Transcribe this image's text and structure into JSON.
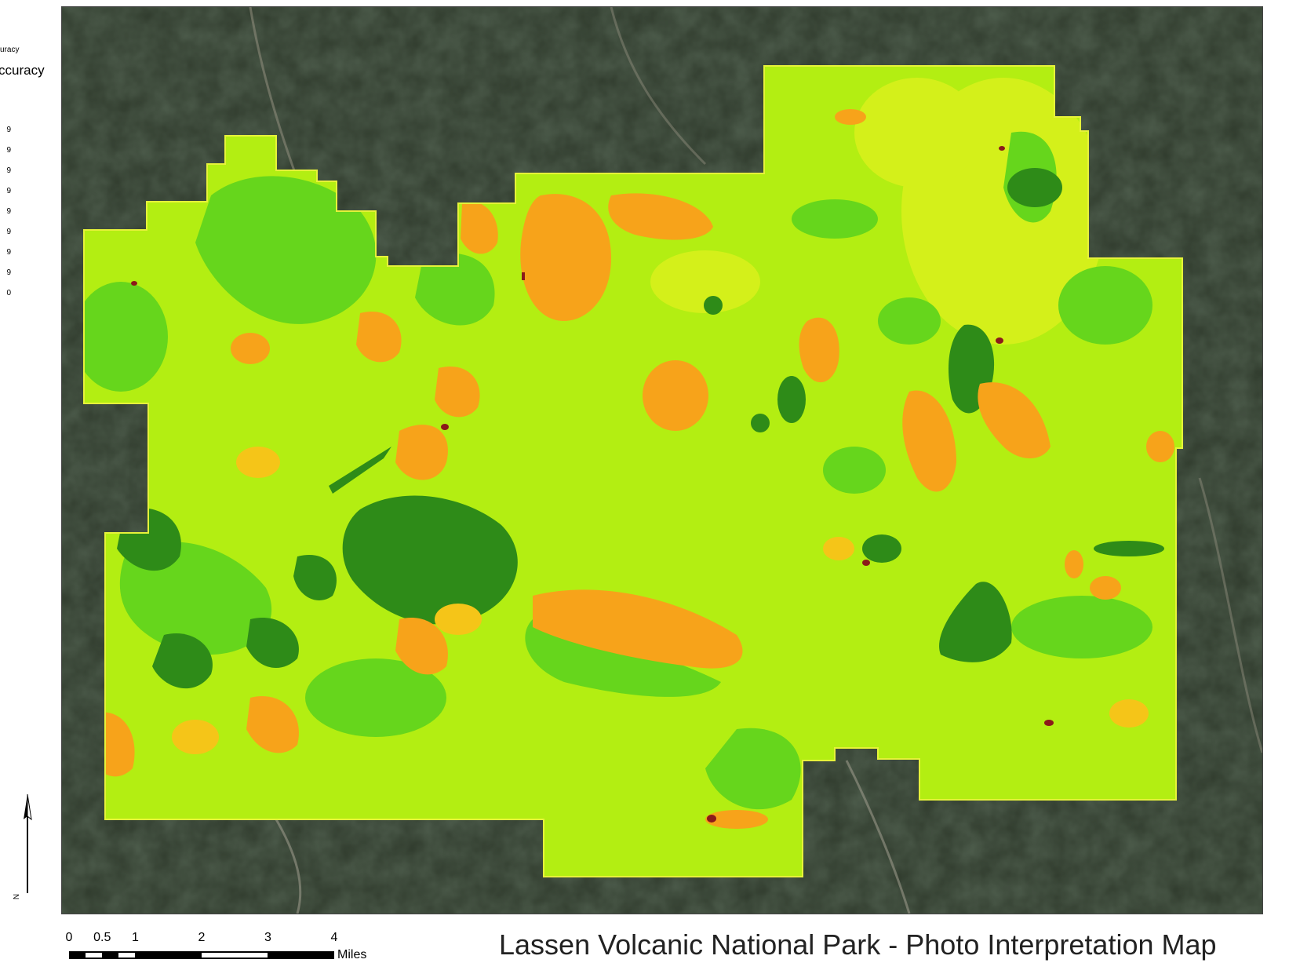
{
  "legend": {
    "subtitle": "uracy",
    "heading": "ccuracy",
    "items": [
      "9",
      "9",
      "9",
      "9",
      "9",
      "9",
      "9",
      "9",
      "0"
    ],
    "colors": [
      "#2e8b18",
      "#3fbf1a",
      "#66d61c",
      "#8fe61f",
      "#b3ee12",
      "#d8f010",
      "#f5d21c",
      "#f7a31a",
      "#8b1a1a"
    ]
  },
  "map": {
    "description_icon": "aerial-imagery-with-park-overlay",
    "overlay_colors": {
      "base": "#b3ee12",
      "light": "#d4f01a",
      "green": "#66d61c",
      "dark_green": "#2e8b18",
      "orange": "#f7a31a",
      "yellow_orange": "#f5c518",
      "dark_red": "#8b1a1a",
      "imagery": "#2f3a2c"
    }
  },
  "north_arrow": {
    "letter": "N"
  },
  "scale_bar": {
    "ticks": [
      "0",
      "0.5",
      "1",
      "2",
      "3",
      "4"
    ],
    "units": "Miles"
  },
  "title": "Lassen Volcanic National Park - Photo Interpretation Map"
}
